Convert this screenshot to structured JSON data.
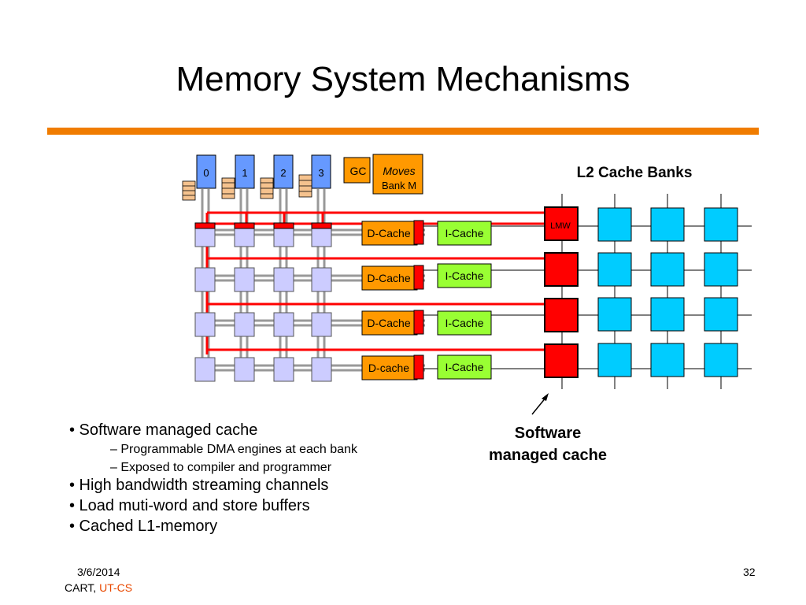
{
  "slide": {
    "title": "Memory System Mechanisms"
  },
  "diagram": {
    "cores": [
      "0",
      "1",
      "2",
      "3"
    ],
    "gc_label": "GC",
    "moves_label": "Moves",
    "bank_label": "Bank M",
    "l2_title": "L2 Cache Banks",
    "lmw_label": "LMW",
    "rows": [
      {
        "dcache": "D-Cache",
        "icache": "I-Cache"
      },
      {
        "dcache": "D-Cache",
        "icache": "I-Cache"
      },
      {
        "dcache": "D-Cache",
        "icache": "I-Cache"
      },
      {
        "dcache": "D-cache",
        "icache": "I-Cache"
      }
    ],
    "callout_lines": [
      "Software",
      "managed cache"
    ]
  },
  "bullets": {
    "b1": "• Software managed cache",
    "b1_sub1": "– Programmable DMA engines at each bank",
    "b1_sub2": "– Exposed to compiler and programmer",
    "b2": "• High bandwidth streaming channels",
    "b3": "• Load muti-word and store buffers",
    "b4": "• Cached L1-memory"
  },
  "footer": {
    "date": "3/6/2014",
    "org_prefix": "CART, ",
    "org": "UT-CS",
    "page": "32"
  },
  "colors": {
    "accent": "#f07c00",
    "core_blue": "#6699ff",
    "tile": "#ccccff",
    "orange": "#ff9900",
    "green": "#99ff33",
    "red": "#ff0000",
    "cyan": "#00ccff",
    "peach": "#f5c28e",
    "org": "#e84800"
  }
}
